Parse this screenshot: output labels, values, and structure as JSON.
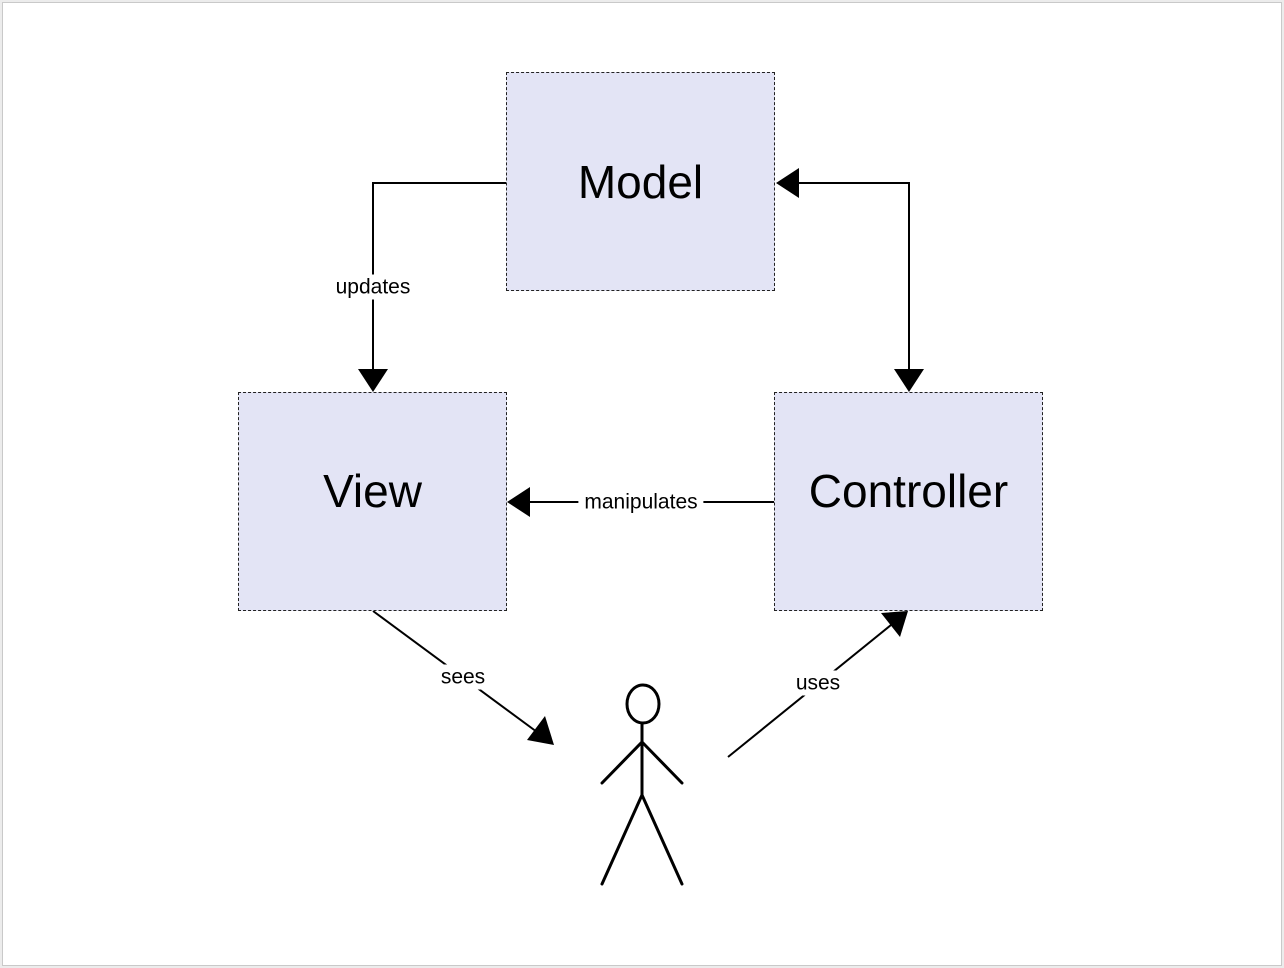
{
  "colors": {
    "node_fill": "#e3e4f5",
    "stroke": "#000000"
  },
  "nodes": {
    "model": "Model",
    "view": "View",
    "controller": "Controller"
  },
  "edges": {
    "updates": "updates",
    "manipulates": "manipulates",
    "sees": "sees",
    "uses": "uses"
  },
  "actor_icon": "stick-figure-user-icon"
}
